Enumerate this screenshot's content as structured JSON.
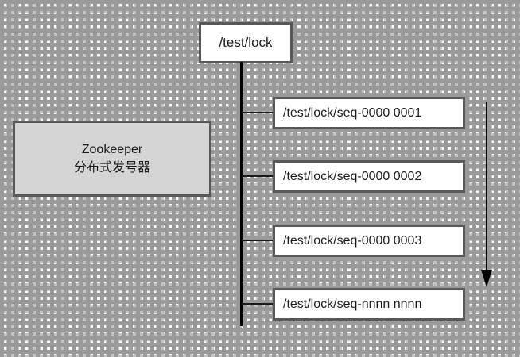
{
  "diagram": {
    "title_node": {
      "label": "/test/lock",
      "name": "root-lock-node"
    },
    "actor_box": {
      "line1": "Zookeeper",
      "line2": "分布式发号器",
      "fill_color": "#d5d5d5",
      "border_color": "#595959"
    },
    "sequence_nodes": [
      {
        "label": "/test/lock/seq-0000 0001"
      },
      {
        "label": "/test/lock/seq-0000 0002"
      },
      {
        "label": "/test/lock/seq-0000 0003"
      },
      {
        "label": "/test/lock/seq-nnnn nnnn"
      }
    ],
    "flow_arrow": {
      "direction": "down",
      "color": "#000000"
    },
    "colors": {
      "node_border": "#595959",
      "node_fill": "#ffffff",
      "line": "#000000",
      "grid_major": "#9a9a9a",
      "grid_minor": "#c3c3c3",
      "text": "#1a1a1a"
    }
  }
}
